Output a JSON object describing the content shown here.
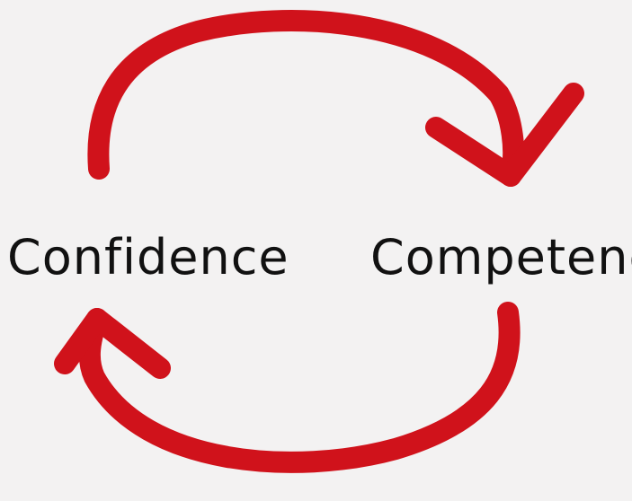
{
  "diagram": {
    "labels": {
      "left": "Confidence",
      "right": "Competence"
    },
    "arrows": [
      {
        "from": "Confidence",
        "to": "Competence",
        "path": "top"
      },
      {
        "from": "Competence",
        "to": "Confidence",
        "path": "bottom"
      }
    ],
    "colors": {
      "background": "#f3f2f2",
      "arrow": "#d0121b",
      "text": "#111111"
    }
  }
}
